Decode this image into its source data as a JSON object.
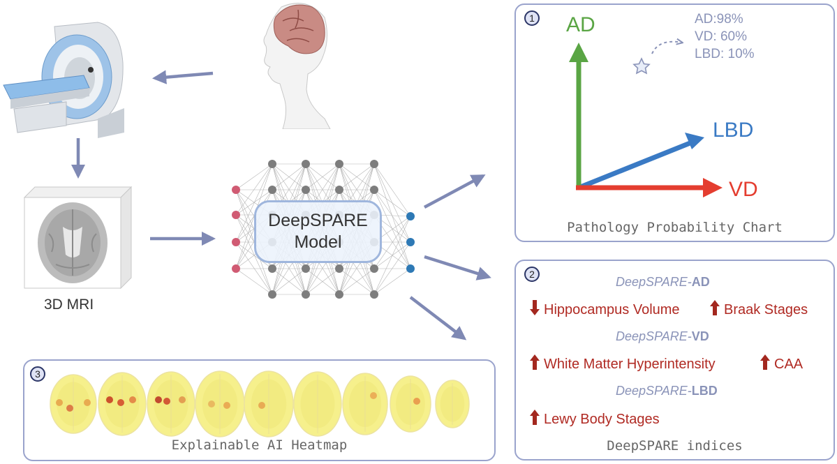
{
  "mri_label": "3D MRI",
  "model": {
    "line1": "DeepSPARE",
    "line2": "Model"
  },
  "panel1": {
    "badge": "1",
    "axis_ad": "AD",
    "axis_lbd": "LBD",
    "axis_vd": "VD",
    "probabilities": [
      "AD:98%",
      "VD: 60%",
      "LBD: 10%"
    ],
    "caption": "Pathology Probability Chart",
    "colors": {
      "ad": "#5aa544",
      "lbd": "#3a7ac4",
      "vd": "#e43d2f"
    }
  },
  "panel2": {
    "badge": "2",
    "groups": [
      {
        "prefix": "DeepSPARE-",
        "suffix": "AD",
        "items": [
          {
            "text": "Hippocampus Volume",
            "dir": "down"
          },
          {
            "text": "Braak Stages",
            "dir": "up"
          }
        ]
      },
      {
        "prefix": "DeepSPARE-",
        "suffix": "VD",
        "items": [
          {
            "text": "White Matter Hyperintensity",
            "dir": "up"
          },
          {
            "text": "CAA",
            "dir": "up"
          }
        ]
      },
      {
        "prefix": "DeepSPARE-",
        "suffix": "LBD",
        "items": [
          {
            "text": "Lewy Body Stages",
            "dir": "up"
          }
        ]
      }
    ],
    "caption": "DeepSPARE indices"
  },
  "panel3": {
    "badge": "3",
    "caption": "Explainable AI Heatmap"
  }
}
